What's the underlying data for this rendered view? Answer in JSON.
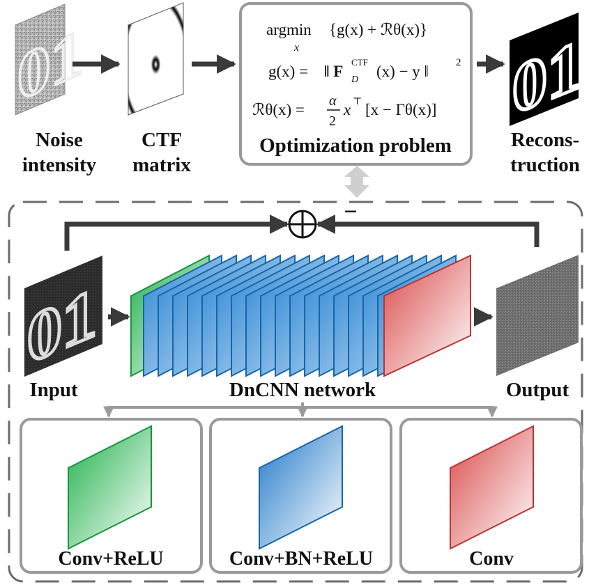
{
  "top_row": {
    "noise": {
      "line1": "Noise",
      "line2": "intensity"
    },
    "ctf": {
      "line1": "CTF",
      "line2": "matrix"
    },
    "optimization": {
      "title": "Optimization problem",
      "eq1": {
        "op": "argmin",
        "sub": "x",
        "body": "{g(x) + ℛθ(x)}"
      },
      "eq2": {
        "lhs": "g(x) =",
        "body": "‖ F",
        "sup": "CTF",
        "sub": "D",
        "tail": "(x) − y ‖",
        "pow": "2"
      },
      "eq3": {
        "lhs": "ℛθ(x) =",
        "num": "α",
        "den": "2",
        "body": "x",
        "sup": "⊤",
        "tail": "[x − Γθ(x)]"
      }
    },
    "reconstruction": {
      "line1": "Recons-",
      "line2": "truction",
      "digits": "01"
    }
  },
  "noise_digits": "01",
  "input_digits": "01",
  "residual": {
    "sum_symbol": "⊕",
    "minus_symbol": "−"
  },
  "network": {
    "input_label": "Input",
    "network_label": "DnCNN network",
    "output_label": "Output"
  },
  "legend": [
    {
      "label": "Conv+ReLU",
      "color": "#1fb04a"
    },
    {
      "label": "Conv+BN+ReLU",
      "color": "#1f78c8"
    },
    {
      "label": "Conv",
      "color": "#d94a4a"
    }
  ],
  "colors": {
    "arrow": "#3a3a3a",
    "box_border": "#9a9a9a",
    "dashed_border": "#6b6b6b",
    "double_arrow": "#cfcfcf"
  }
}
